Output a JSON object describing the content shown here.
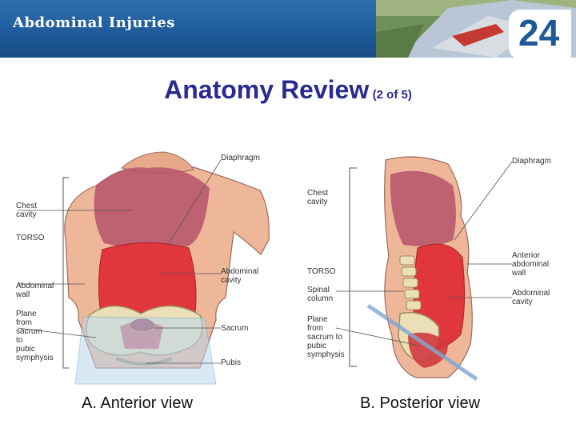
{
  "header": {
    "title": "Abdominal Injuries",
    "chapter_number": "24"
  },
  "slide": {
    "title": "Anatomy Review",
    "subtitle": "(2 of 5)"
  },
  "anterior": {
    "caption": "A. Anterior view",
    "labels": {
      "diaphragm": "Diaphragm",
      "chest_cavity": "Chest\ncavity",
      "torso": "TORSO",
      "abdominal_wall": "Abdominal\nwall",
      "plane": "Plane\nfrom\nsacrum\nto\npubic\nsymphysis",
      "abdominal_cavity": "Abdominal\ncavity",
      "sacrum": "Sacrum",
      "pubis": "Pubis"
    }
  },
  "posterior": {
    "caption": "B. Posterior view",
    "labels": {
      "diaphragm": "Diaphragm",
      "chest_cavity": "Chest\ncavity",
      "torso": "TORSO",
      "spinal_column": "Spinal\ncolumn",
      "plane": "Plane\nfrom\nsacrum to\npubic\nsymphysis",
      "anterior_abdominal_wall": "Anterior\nabdominal\nwall",
      "abdominal_cavity": "Abdominal\ncavity"
    }
  },
  "colors": {
    "header_blue": "#1e5a99",
    "title_blue": "#2a2a8f",
    "chest_cavity": "#b5546a",
    "abdominal_cavity": "#e0363c",
    "skin": "#eeb79a",
    "plane": "#b9d8ee"
  }
}
